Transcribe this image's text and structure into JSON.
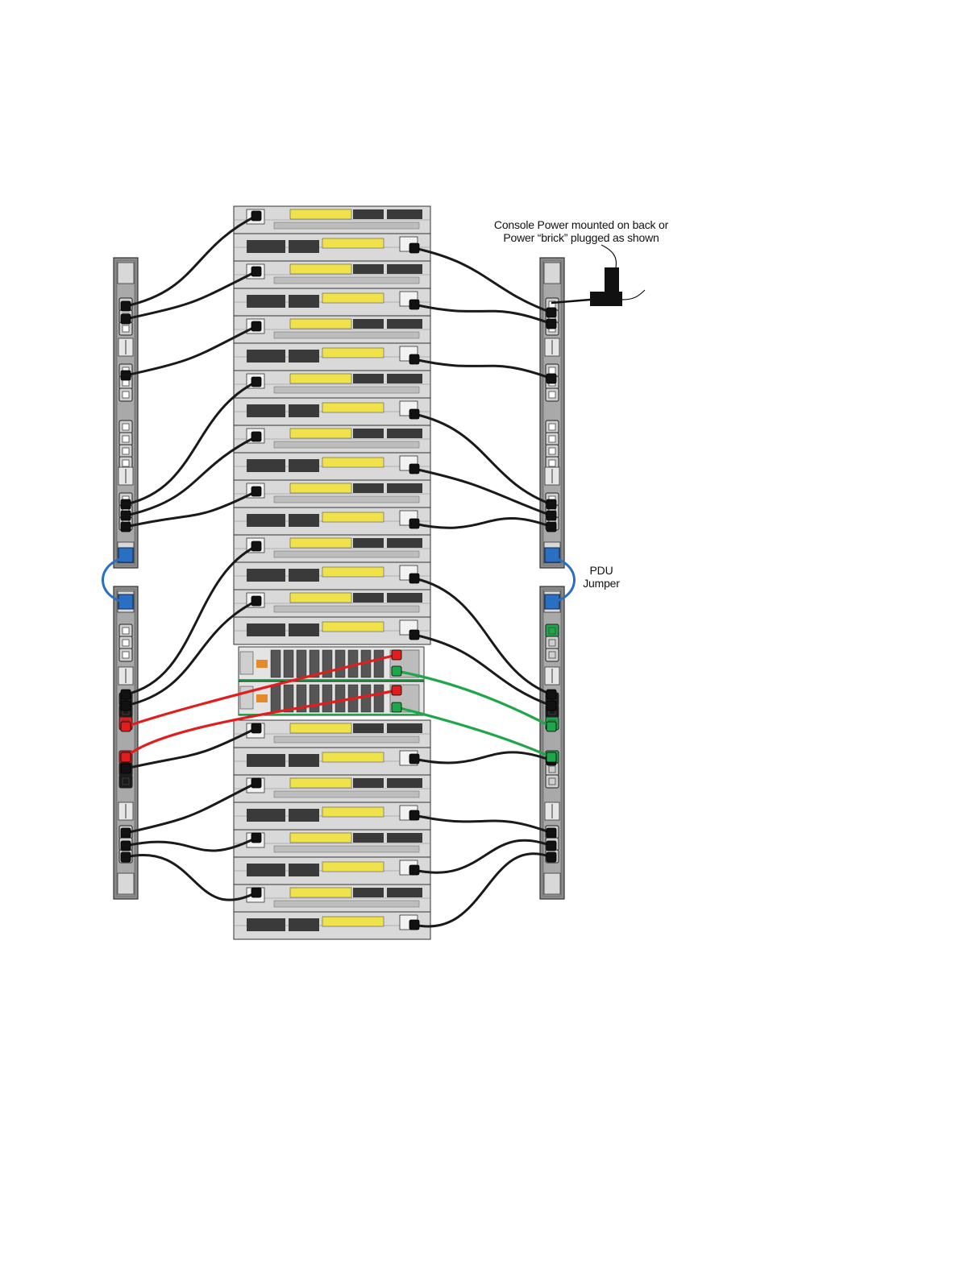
{
  "annotations": {
    "console_power": {
      "line1": "Console Power mounted on back or",
      "line2": "Power “brick” plugged as shown"
    },
    "pdu_jumper": {
      "line1": "PDU",
      "line2": "Jumper"
    }
  },
  "colors": {
    "cable_black": "#1a1a1a",
    "cable_red": "#e01e1e",
    "cable_green": "#1fa64a",
    "jumper_blue": "#2a6fc2",
    "server_chassis": "#d9d9d9",
    "server_label_yellow": "#f0e24a",
    "pdu_body": "#8a8a8a"
  },
  "components": {
    "pdu_strips": [
      "left-upper-pdu",
      "left-lower-pdu",
      "right-upper-pdu",
      "right-lower-pdu"
    ],
    "rack_units": "1U servers stacked with 2 storage shelves in middle",
    "icons": [
      "power-outlet-icon",
      "power-brick-icon",
      "jumper-cable-icon"
    ]
  }
}
